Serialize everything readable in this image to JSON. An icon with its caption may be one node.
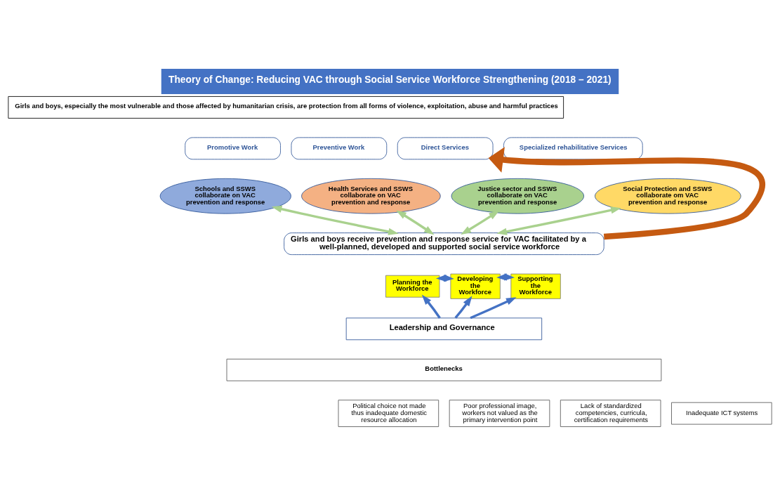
{
  "diagram": {
    "title": "Theory of Change: Reducing VAC through Social Service Workforce Strengthening (2018 – 2021)",
    "nodes": [
      {
        "text": [
          "Girls and boys, especially the most vulnerable and those affected by humanitarian crisis, are protection from all forms of violence, exploitation, abuse and harmful practices"
        ]
      },
      {
        "text": [
          "Promotive Work"
        ]
      },
      {
        "text": [
          "Preventive Work"
        ]
      },
      {
        "text": [
          "Direct Services"
        ]
      },
      {
        "text": [
          "Specialized rehabilitative Services"
        ]
      },
      {
        "text": [
          "Schools and SSWS collaborate on VAC prevention and response"
        ]
      },
      {
        "text": [
          "Health Services and SSWS collaborate on VAC prevention and response"
        ]
      },
      {
        "text": [
          "Justice sector and SSWS collaborate on VAC prevention and response"
        ]
      },
      {
        "text": [
          "Social Protection and SSWS collaborate om VAC prevention and response"
        ]
      },
      {
        "text": [
          "Girls and boys receive prevention and response service for VAC facilitated by a well-planned, developed and supported social service workforce"
        ]
      },
      {
        "text": [
          "Planning the Workforce"
        ]
      },
      {
        "text": [
          "Developing the Workforce"
        ]
      },
      {
        "text": [
          "Supporting the Workforce"
        ]
      },
      {
        "text": [
          "Leadership and Governance"
        ]
      },
      {
        "text": [
          "Bottlenecks"
        ]
      },
      {
        "text": [
          "Political choice not made thus inadequate domestic resource allocation"
        ]
      },
      {
        "text": [
          "Poor professional image, workers not valued as the primary intervention point"
        ]
      },
      {
        "text": [
          "Lack of standardized competencies, curricula, certification requirements"
        ]
      },
      {
        "text": [
          "Inadequate ICT systems"
        ]
      }
    ],
    "edges": [
      {
        "from": 5,
        "to": 9,
        "arrow": "both",
        "color": "#a9d18e"
      },
      {
        "from": 6,
        "to": 9,
        "arrow": "both",
        "color": "#a9d18e"
      },
      {
        "from": 9,
        "to": 3,
        "arrow": "to",
        "style": "thick",
        "color": "#c55a11"
      },
      {
        "from": 7,
        "to": 9,
        "arrow": "both",
        "color": "#a9d18e"
      },
      {
        "from": 8,
        "to": 9,
        "arrow": "both",
        "color": "#a9d18e"
      },
      {
        "from": 10,
        "to": 11,
        "arrow": "both"
      },
      {
        "from": 11,
        "to": 12,
        "arrow": "both"
      },
      {
        "from": 13,
        "to": 10,
        "arrow": "to"
      },
      {
        "from": 13,
        "to": 11,
        "arrow": "to"
      },
      {
        "from": 13,
        "to": 12,
        "arrow": "to"
      }
    ]
  }
}
